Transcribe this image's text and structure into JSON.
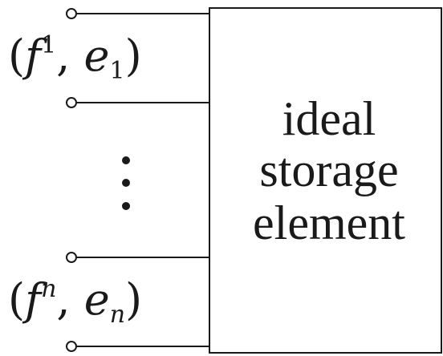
{
  "element": {
    "line1": "ideal",
    "line2": "storage",
    "line3": "element"
  },
  "ports": [
    {
      "open_paren": "(",
      "flow_symbol": "f",
      "flow_index": "1",
      "separator": ", ",
      "effort_symbol": "e",
      "effort_index": "1",
      "close_paren": ")"
    },
    {
      "open_paren": "(",
      "flow_symbol": "f",
      "flow_index": "n",
      "separator": ", ",
      "effort_symbol": "e",
      "effort_index": "n",
      "close_paren": ")"
    }
  ]
}
